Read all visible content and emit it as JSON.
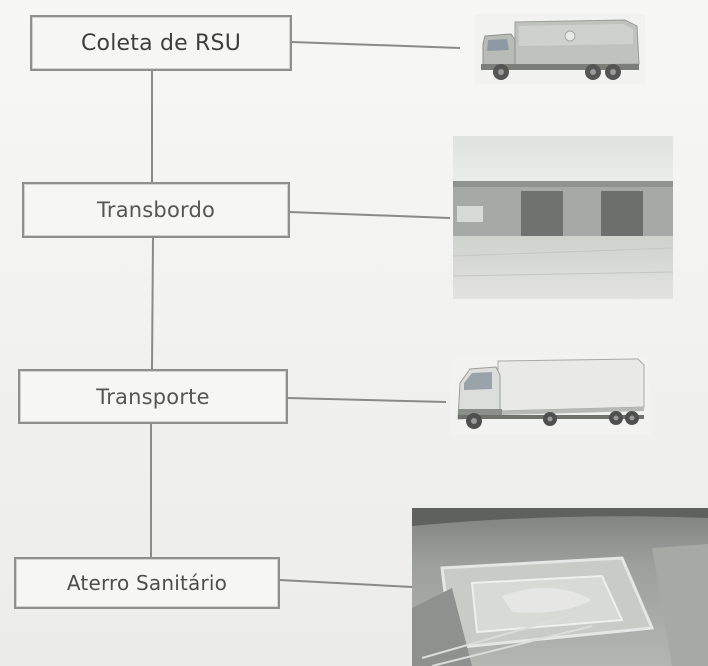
{
  "diagram": {
    "steps": [
      {
        "label": "Coleta de RSU",
        "image": "garbage-truck-photo"
      },
      {
        "label": "Transbordo",
        "image": "transfer-station-photo"
      },
      {
        "label": "Transporte",
        "image": "semi-truck-photo"
      },
      {
        "label": "Aterro Sanitário",
        "image": "landfill-aerial-photo"
      }
    ]
  },
  "colors": {
    "box_border": "#8f8f8f",
    "line": "#8a8a8a",
    "text": "#4a4a4a"
  }
}
